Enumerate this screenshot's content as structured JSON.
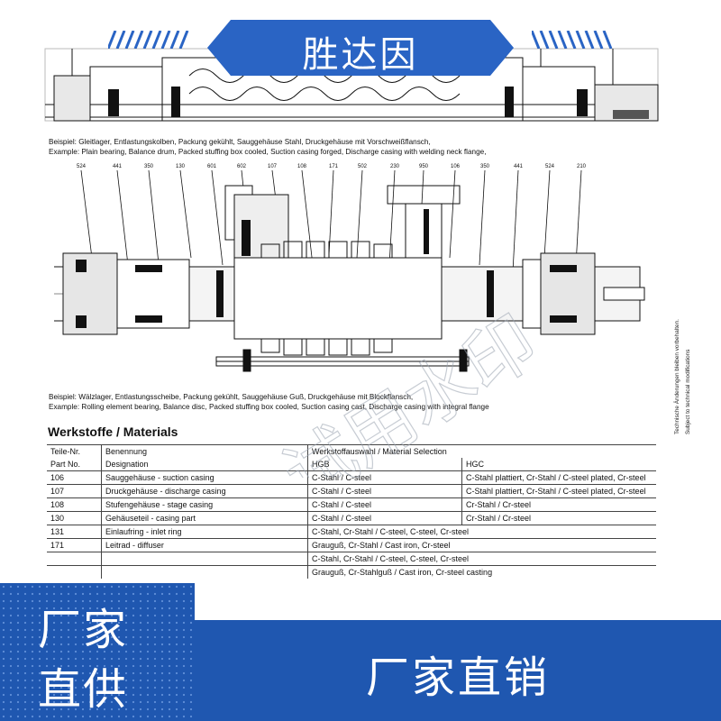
{
  "banner": {
    "title": "胜达因"
  },
  "captions": {
    "top_de": "Beispiel: Gleitlager, Entlastungskolben, Packung gekühlt, Sauggehäuse Stahl, Druckgehäuse mit Vorschweißflansch,",
    "top_en": "Example: Plain bearing, Balance drum,  Packed stuffing box cooled, Suction casing forged, Discharge casing with welding neck flange,",
    "bottom_de": "Beispiel: Wälzlager, Entlastungsscheibe, Packung gekühlt, Sauggehäuse Guß, Druckgehäuse mit Blockflansch,",
    "bottom_en": "Example: Rolling element bearing, Balance disc, Packed stuffing box cooled, Suction casing cast, Discharge casing with integral flange"
  },
  "part_labels": [
    "524",
    "441",
    "350",
    "130",
    "601",
    "602",
    "107",
    "108",
    "171",
    "502",
    "230",
    "950",
    "106",
    "350",
    "441",
    "524",
    "210"
  ],
  "side_note": {
    "line1": "Technische Änderungen bleiben vorbehalten.",
    "line2": "Subject to technical modifications"
  },
  "materials": {
    "title": "Werkstoffe / Materials",
    "headers": {
      "part_de": "Teile-Nr.",
      "part_en": "Part No.",
      "name_de": "Benennung",
      "name_en": "Designation",
      "selection": "Werkstoffauswahl / Material Selection",
      "hgb": "HGB",
      "hgc": "HGC"
    },
    "rows": [
      {
        "part": "106",
        "name": "Sauggehäuse - suction casing",
        "hgb": "C-Stahl / C-steel",
        "hgc": "C-Stahl plattiert, Cr-Stahl / C-steel plated, Cr-steel"
      },
      {
        "part": "107",
        "name": "Druckgehäuse - discharge casing",
        "hgb": "C-Stahl / C-steel",
        "hgc": "C-Stahl plattiert, Cr-Stahl / C-steel plated, Cr-steel"
      },
      {
        "part": "108",
        "name": "Stufengehäuse - stage casing",
        "hgb": "C-Stahl / C-steel",
        "hgc": "Cr-Stahl / Cr-steel"
      },
      {
        "part": "130",
        "name": "Gehäuseteil - casing part",
        "hgb": "C-Stahl / C-steel",
        "hgc": "Cr-Stahl / Cr-steel"
      },
      {
        "part": "131",
        "name": "Einlaufring - inlet ring",
        "combined": "C-Stahl, Cr-Stahl / C-steel, C-steel, Cr-steel"
      },
      {
        "part": "171",
        "name": "Leitrad - diffuser",
        "combined": "Grauguß, Cr-Stahl / Cast iron, Cr-steel"
      },
      {
        "part": "",
        "name": "",
        "combined": "C-Stahl, Cr-Stahl / C-steel, C-steel, Cr-steel"
      },
      {
        "part": "",
        "name": "",
        "combined": "Grauguß, Cr-Stahlguß / Cast iron, Cr-steel casting"
      }
    ]
  },
  "badge": {
    "line1": "厂家",
    "line2": "直供"
  },
  "bottom_bar": {
    "text": "厂家直销"
  },
  "watermark": {
    "text": "试用水印"
  },
  "colors": {
    "brand_blue": "#1f57b0",
    "banner_blue": "#2a64c4"
  }
}
